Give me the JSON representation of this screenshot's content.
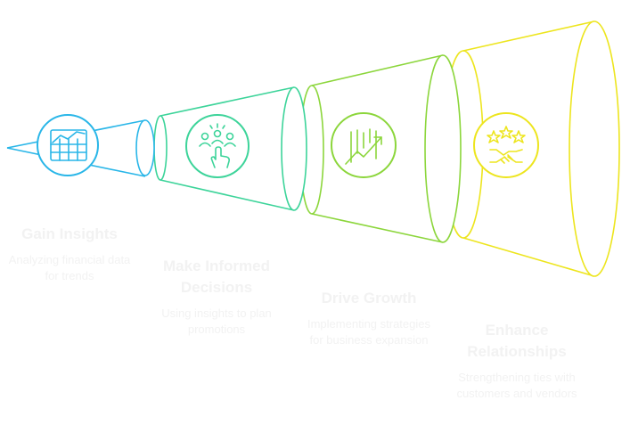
{
  "stages": [
    {
      "title": "Gain Insights",
      "description": "Analyzing financial data for trends",
      "icon": "spreadsheet-chart-icon",
      "color": "#29B6E8"
    },
    {
      "title": "Make Informed Decisions",
      "description": "Using insights to plan promotions",
      "icon": "team-decision-icon",
      "color": "#3DD49A"
    },
    {
      "title": "Drive Growth",
      "description": "Implementing strategies for business expansion",
      "icon": "growth-chart-icon",
      "color": "#8CD63C"
    },
    {
      "title": "Enhance Relationships",
      "description": "Strengthening ties with customers and vendors",
      "icon": "handshake-stars-icon",
      "color": "#EDE51E"
    }
  ]
}
